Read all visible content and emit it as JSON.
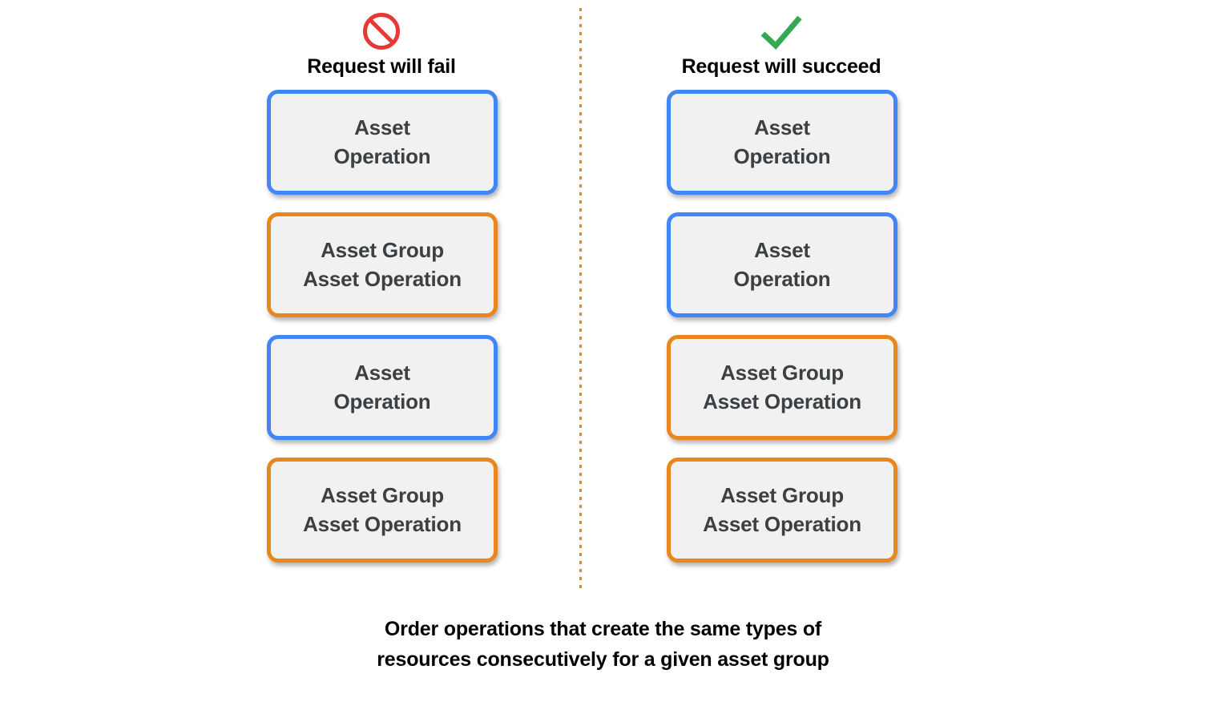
{
  "colors": {
    "blue_border": "#4285F4",
    "orange_border": "#E8871E",
    "card_fill": "#F1F1F1",
    "card_text": "#3C4043",
    "deny_icon": "#E53935",
    "check_icon": "#34A853",
    "divider": "#E8871E",
    "background": "#FFFFFF"
  },
  "columns": [
    {
      "id": "fail",
      "icon": "prohibition-icon",
      "title": "Request will fail",
      "cards": [
        {
          "type": "asset-operation",
          "border": "blue",
          "lines": [
            "Asset",
            "Operation"
          ]
        },
        {
          "type": "asset-group-operation",
          "border": "orange",
          "lines": [
            "Asset Group",
            "Asset Operation"
          ]
        },
        {
          "type": "asset-operation",
          "border": "blue",
          "lines": [
            "Asset",
            "Operation"
          ]
        },
        {
          "type": "asset-group-operation",
          "border": "orange",
          "lines": [
            "Asset Group",
            "Asset Operation"
          ]
        }
      ]
    },
    {
      "id": "succeed",
      "icon": "checkmark-icon",
      "title": "Request will succeed",
      "cards": [
        {
          "type": "asset-operation",
          "border": "blue",
          "lines": [
            "Asset",
            "Operation"
          ]
        },
        {
          "type": "asset-operation",
          "border": "blue",
          "lines": [
            "Asset",
            "Operation"
          ]
        },
        {
          "type": "asset-group-operation",
          "border": "orange",
          "lines": [
            "Asset Group",
            "Asset Operation"
          ]
        },
        {
          "type": "asset-group-operation",
          "border": "orange",
          "lines": [
            "Asset Group",
            "Asset Operation"
          ]
        }
      ]
    }
  ],
  "caption": {
    "line1": "Order operations that create the same types of",
    "line2": "resources consecutively for a given asset group"
  }
}
